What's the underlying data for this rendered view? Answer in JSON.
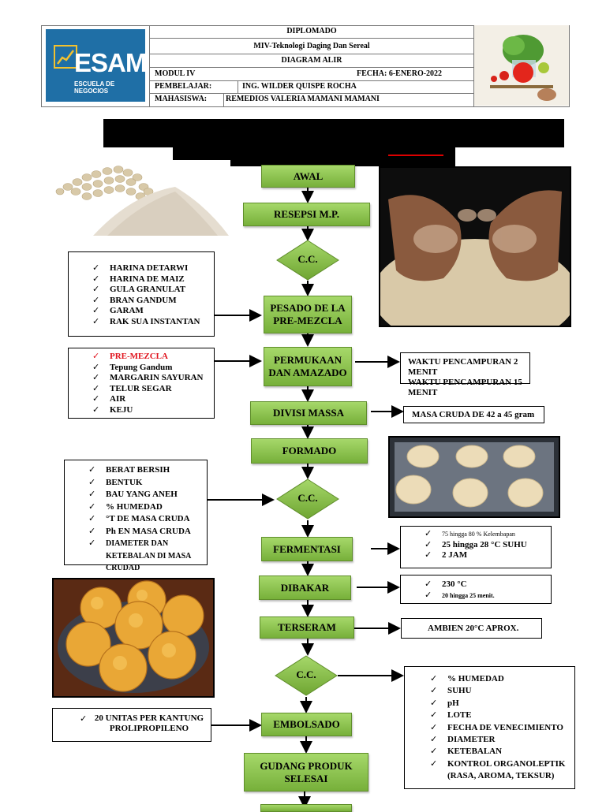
{
  "header": {
    "title": "DIPLOMADO",
    "subtitle": "MIV-Teknologi Daging Dan Sereal",
    "doc_type": "DIAGRAM ALIR",
    "modul": "MODUL IV",
    "fecha": "FECHA: 6-ENERO-2022",
    "pembelajar_label": "PEMBELAJAR:",
    "pembelajar": "ING. WILDER QUISPE ROCHA",
    "mahasiswa_label": "MAHASISWA:",
    "mahasiswa": "REMEDIOS VALERIA MAMANI MAMANI",
    "logo_text": "ESAM",
    "logo_sub": "ESCUELA DE NEGOCIOS"
  },
  "colors": {
    "step_green": "#8cc152",
    "logo_blue": "#1f6fa6",
    "highlight_red": "#e0141e"
  },
  "steps": {
    "awal": "AWAL",
    "resepsi": "RESEPSI M.P.",
    "cc1": "C.C.",
    "pesado": "PESADO DE LA PRE-MEZCLA",
    "permukaan": "PERMUKAAN DAN AMAZADO",
    "divisi": "DIVISI MASSA",
    "formado": "FORMADO",
    "cc2": "C.C.",
    "fermentasi": "FERMENTASI",
    "dibakar": "DIBAKAR",
    "terseram": "TERSERAM",
    "cc3": "C.C.",
    "embolsado": "EMBOLSADO",
    "gudang": "GUDANG PRODUK SELESAI"
  },
  "notes": {
    "ingredients1": [
      "HARINA DETARWI",
      "HARINA DE MAIZ",
      "GULA GRANULAT",
      "BRAN GANDUM",
      "GARAM",
      "RAK SUA INSTANTAN"
    ],
    "ingredients2": [
      "PRE-MEZCLA",
      "Tepung Gandum",
      "MARGARIN SAYURAN",
      "TELUR SEGAR",
      "AIR",
      "KEJU"
    ],
    "mixing": [
      "WAKTU PENCAMPURAN 2 MENIT",
      "WAKTU PENCAMPURAN 15 MENIT"
    ],
    "masa": "MASA CRUDA DE 42 a 45 gram",
    "cc2_checks": [
      "BERAT BERSIH",
      "BENTUK",
      "BAU YANG ANEH",
      "% HUMEDAD",
      "°T DE MASA CRUDA",
      "Ph EN MASA CRUDA",
      "DIAMETER DAN KETEBALAN DI MASA CRUDAD"
    ],
    "fermentasi": [
      "75 hingga 80 % Kelembapan",
      "25 hingga 28 °C SUHU",
      "2 JAM"
    ],
    "dibakar": [
      "230 °C",
      "20 hingga 25 menit."
    ],
    "terseram": "AMBIEN 20°C APROX.",
    "cc3_checks": [
      "% HUMEDAD",
      "SUHU",
      "pH",
      "LOTE",
      "FECHA DE VENECIMIENTO",
      "DIAMETER",
      "KETEBALAN",
      "KONTROL ORGANOLEPTIK (RASA, AROMA, TEKSUR)"
    ],
    "embolsado": "20 UNITAS PER KANTUNG PROLIPROPILENO"
  },
  "icons": [
    "check-icon",
    "arrow-icon"
  ]
}
